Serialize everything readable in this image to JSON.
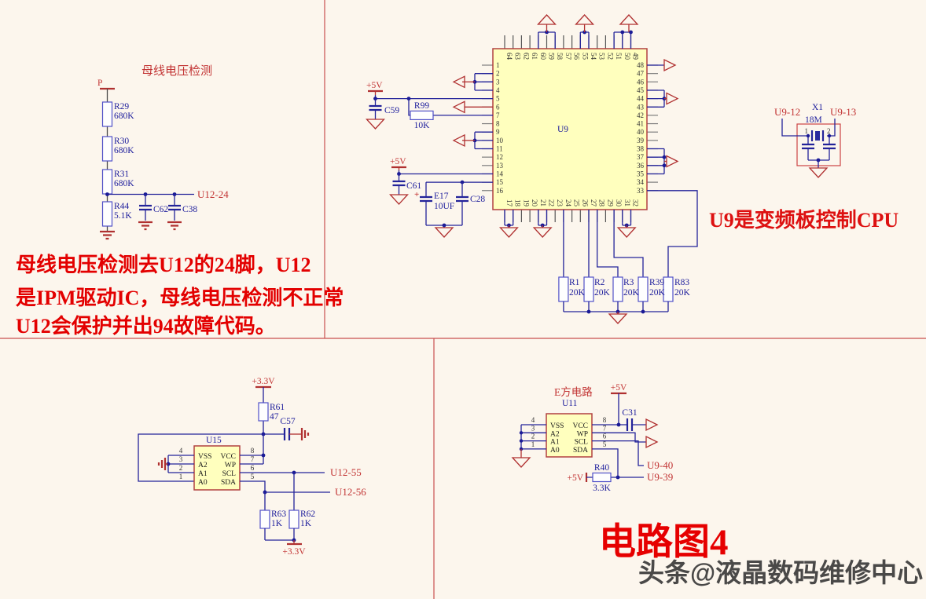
{
  "bus": {
    "title": "母线电压检测",
    "terminal": "P",
    "r29_ref": "R29",
    "r29_val": "680K",
    "r30_ref": "R30",
    "r30_val": "680K",
    "r31_ref": "R31",
    "r31_val": "680K",
    "r44_ref": "R44",
    "r44_val": "5.1K",
    "c62": "C62",
    "c38": "C38",
    "net": "U12-24",
    "note1": "母线电压检测去U12的24脚，U12",
    "note2": "是IPM驱动IC，母线电压检测不正常",
    "note3": "U12会保护并出94故障代码。"
  },
  "cpu": {
    "ref": "U9",
    "caption": "U9是变频板控制CPU",
    "p5v": "+5V",
    "c59": "C59",
    "r99_ref": "R99",
    "r99_val": "10K",
    "c61": "C61",
    "e17_plus": "+",
    "e17_ref": "E17",
    "e17_val": "10UF",
    "c28": "C28",
    "pins_left": [
      "1",
      "2",
      "3",
      "4",
      "5",
      "6",
      "7",
      "8",
      "9",
      "10",
      "11",
      "12",
      "13",
      "14",
      "15",
      "16"
    ],
    "pins_right": [
      "48",
      "47",
      "46",
      "45",
      "44",
      "43",
      "42",
      "41",
      "40",
      "39",
      "38",
      "37",
      "36",
      "35",
      "34",
      "33"
    ],
    "pins_top": [
      "64",
      "63",
      "62",
      "61",
      "60",
      "59",
      "58",
      "57",
      "56",
      "55",
      "54",
      "53",
      "52",
      "51",
      "50",
      "49"
    ],
    "pins_bottom": [
      "17",
      "18",
      "19",
      "20",
      "21",
      "22",
      "23",
      "24",
      "25",
      "26",
      "27",
      "28",
      "29",
      "30",
      "31",
      "32"
    ],
    "r1_ref": "R1",
    "r1_val": "20K",
    "r2_ref": "R2",
    "r2_val": "20K",
    "r3_ref": "R3",
    "r3_val": "20K",
    "r39_ref": "R39",
    "r39_val": "20K",
    "r83_ref": "R83",
    "r83_val": "20K"
  },
  "xtal": {
    "ref": "X1",
    "freq": "18M",
    "p1": "1",
    "p2": "2",
    "net_left": "U9-12",
    "net_right": "U9-13"
  },
  "u15": {
    "ref": "U15",
    "p33": "+3.3V",
    "r61_ref": "R61",
    "r61_val": "47",
    "c57": "C57",
    "nums_left": [
      "4",
      "3",
      "2",
      "1"
    ],
    "nums_right": [
      "8",
      "7",
      "6",
      "5"
    ],
    "lbl_left": [
      "VSS",
      "A2",
      "A1",
      "A0"
    ],
    "lbl_right": [
      "VCC",
      "WP",
      "SCL",
      "SDA"
    ],
    "net_scl": "U12-55",
    "net_sda": "U12-56",
    "r63_ref": "R63",
    "r63_val": "1K",
    "r62_ref": "R62",
    "r62_val": "1K"
  },
  "u11": {
    "title": "E方电路",
    "ref": "U11",
    "p5v": "+5V",
    "c31": "C31",
    "nums_left": [
      "4",
      "3",
      "2",
      "1"
    ],
    "nums_right": [
      "8",
      "7",
      "6",
      "5"
    ],
    "lbl_left": [
      "VSS",
      "A2",
      "A1",
      "A0"
    ],
    "lbl_right": [
      "VCC",
      "WP",
      "SCL",
      "SDA"
    ],
    "r40_ref": "R40",
    "r40_val": "3.3K",
    "net_scl": "U9-40",
    "net_sda": "U9-39"
  },
  "footer": {
    "title": "电路图4",
    "watermark": "头条@液晶数码维修中心"
  },
  "colors": {
    "schematic_red": "#b03030",
    "wire_navy": "#23239a",
    "chip_fill": "#ffffbe",
    "annotation_red": "#e30000"
  }
}
